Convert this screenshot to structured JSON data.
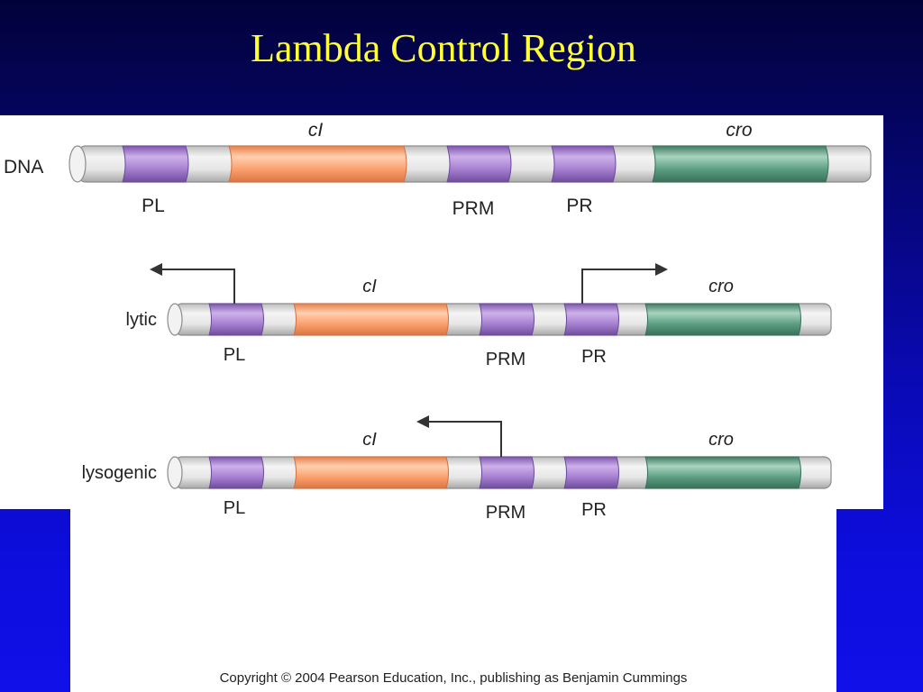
{
  "title": "Lambda Control Region",
  "copyright": "Copyright © 2004 Pearson Education, Inc., publishing as Benjamin Cummings",
  "colors": {
    "promoter": "#a67fcf",
    "cI_gene": "#fb9f6c",
    "cro_gene": "#5a9e82",
    "dna": "#dcdcdc",
    "title": "#ffff33"
  },
  "rows": [
    {
      "label": "DNA",
      "cI": "cI",
      "cro": "cro",
      "pl": "PL",
      "prm": "PRM",
      "pr": "PR",
      "arrows": []
    },
    {
      "label": "lytic",
      "cI": "cI",
      "cro": "cro",
      "pl": "PL",
      "prm": "PRM",
      "pr": "PR",
      "arrows": [
        "PL leftward",
        "PR rightward"
      ]
    },
    {
      "label": "lysogenic",
      "cI": "cI",
      "cro": "cro",
      "pl": "PL",
      "prm": "PRM",
      "pr": "PR",
      "arrows": [
        "PRM leftward"
      ]
    }
  ]
}
